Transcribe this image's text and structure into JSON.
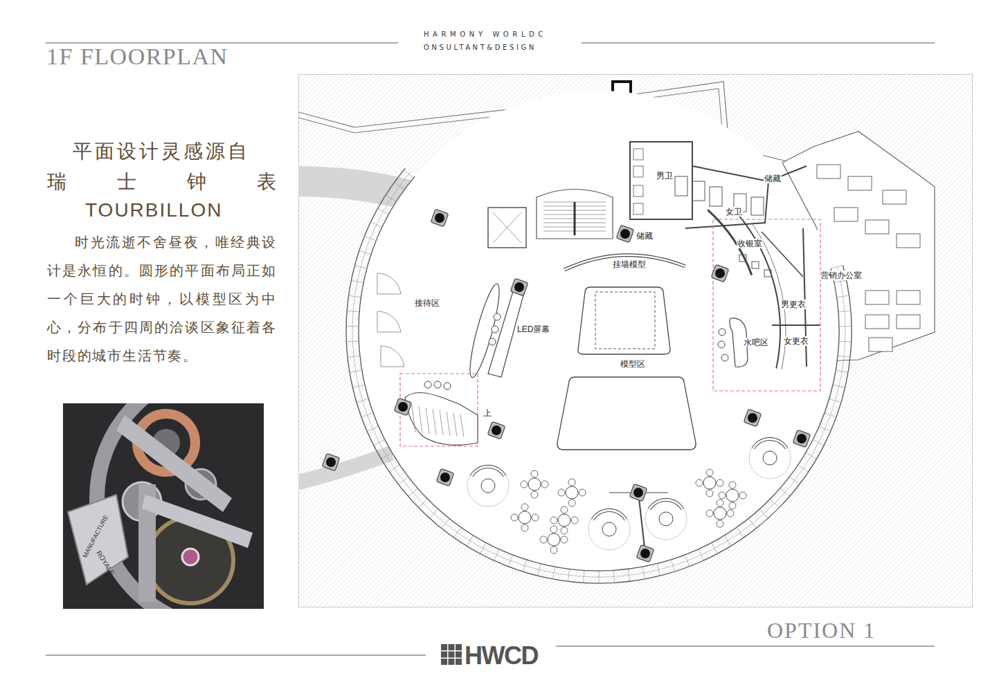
{
  "diagram": {
    "title": "1F FLOORPLAN",
    "labels": [
      "HARMONY WORLDC",
      "ONSULTANT&DESIGN",
      "平面设计灵感源自",
      "瑞士钟表",
      "TOURBILLON",
      "时光流逝不舍昼夜，唯经典设计是永恒的。圆形的平面布局正如一个巨大的时钟，以模型区为中心，分布于四周的洽谈区象征着各时段的城市生活节奏。",
      "MANUFACTURE",
      "ROYALE",
      "男卫",
      "储藏",
      "女卫",
      "储藏",
      "收银室",
      "营销办公室",
      "挂墙模型",
      "接待区",
      "LED屏幕",
      "模型区",
      "男更衣",
      "水吧区",
      "女更衣",
      "上",
      "OPTION 1",
      "HWCD"
    ]
  }
}
